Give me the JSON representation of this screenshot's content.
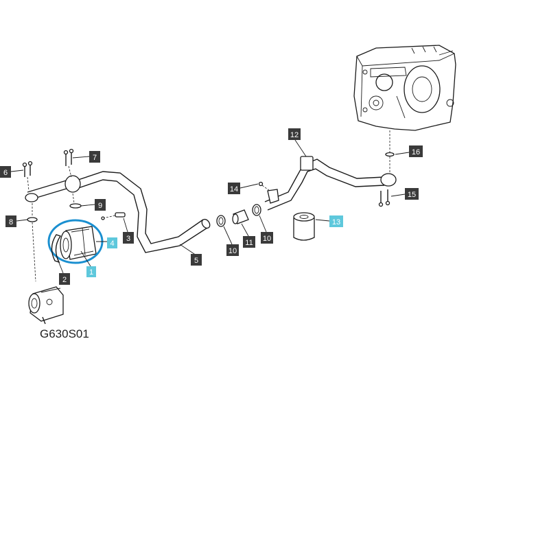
{
  "diagram_code": "G630S01",
  "colors": {
    "callout_default": "#3a3a3a",
    "callout_highlight": "#5ec8dc",
    "highlight_ring": "#1a8fd0",
    "line": "#1a1a1a"
  },
  "callouts": [
    {
      "id": "c1",
      "label": "1",
      "highlighted": true
    },
    {
      "id": "c2",
      "label": "2",
      "highlighted": false
    },
    {
      "id": "c3",
      "label": "3",
      "highlighted": false
    },
    {
      "id": "c4",
      "label": "4",
      "highlighted": true
    },
    {
      "id": "c5",
      "label": "5",
      "highlighted": false
    },
    {
      "id": "c6",
      "label": "6",
      "highlighted": false
    },
    {
      "id": "c7",
      "label": "7",
      "highlighted": false
    },
    {
      "id": "c8",
      "label": "8",
      "highlighted": false
    },
    {
      "id": "c9",
      "label": "9",
      "highlighted": false
    },
    {
      "id": "c10a",
      "label": "10",
      "highlighted": false
    },
    {
      "id": "c10b",
      "label": "10",
      "highlighted": false
    },
    {
      "id": "c11",
      "label": "11",
      "highlighted": false
    },
    {
      "id": "c12",
      "label": "12",
      "highlighted": false
    },
    {
      "id": "c13",
      "label": "13",
      "highlighted": true
    },
    {
      "id": "c14",
      "label": "14",
      "highlighted": false
    },
    {
      "id": "c15",
      "label": "15",
      "highlighted": false
    },
    {
      "id": "c16",
      "label": "16",
      "highlighted": false
    }
  ]
}
